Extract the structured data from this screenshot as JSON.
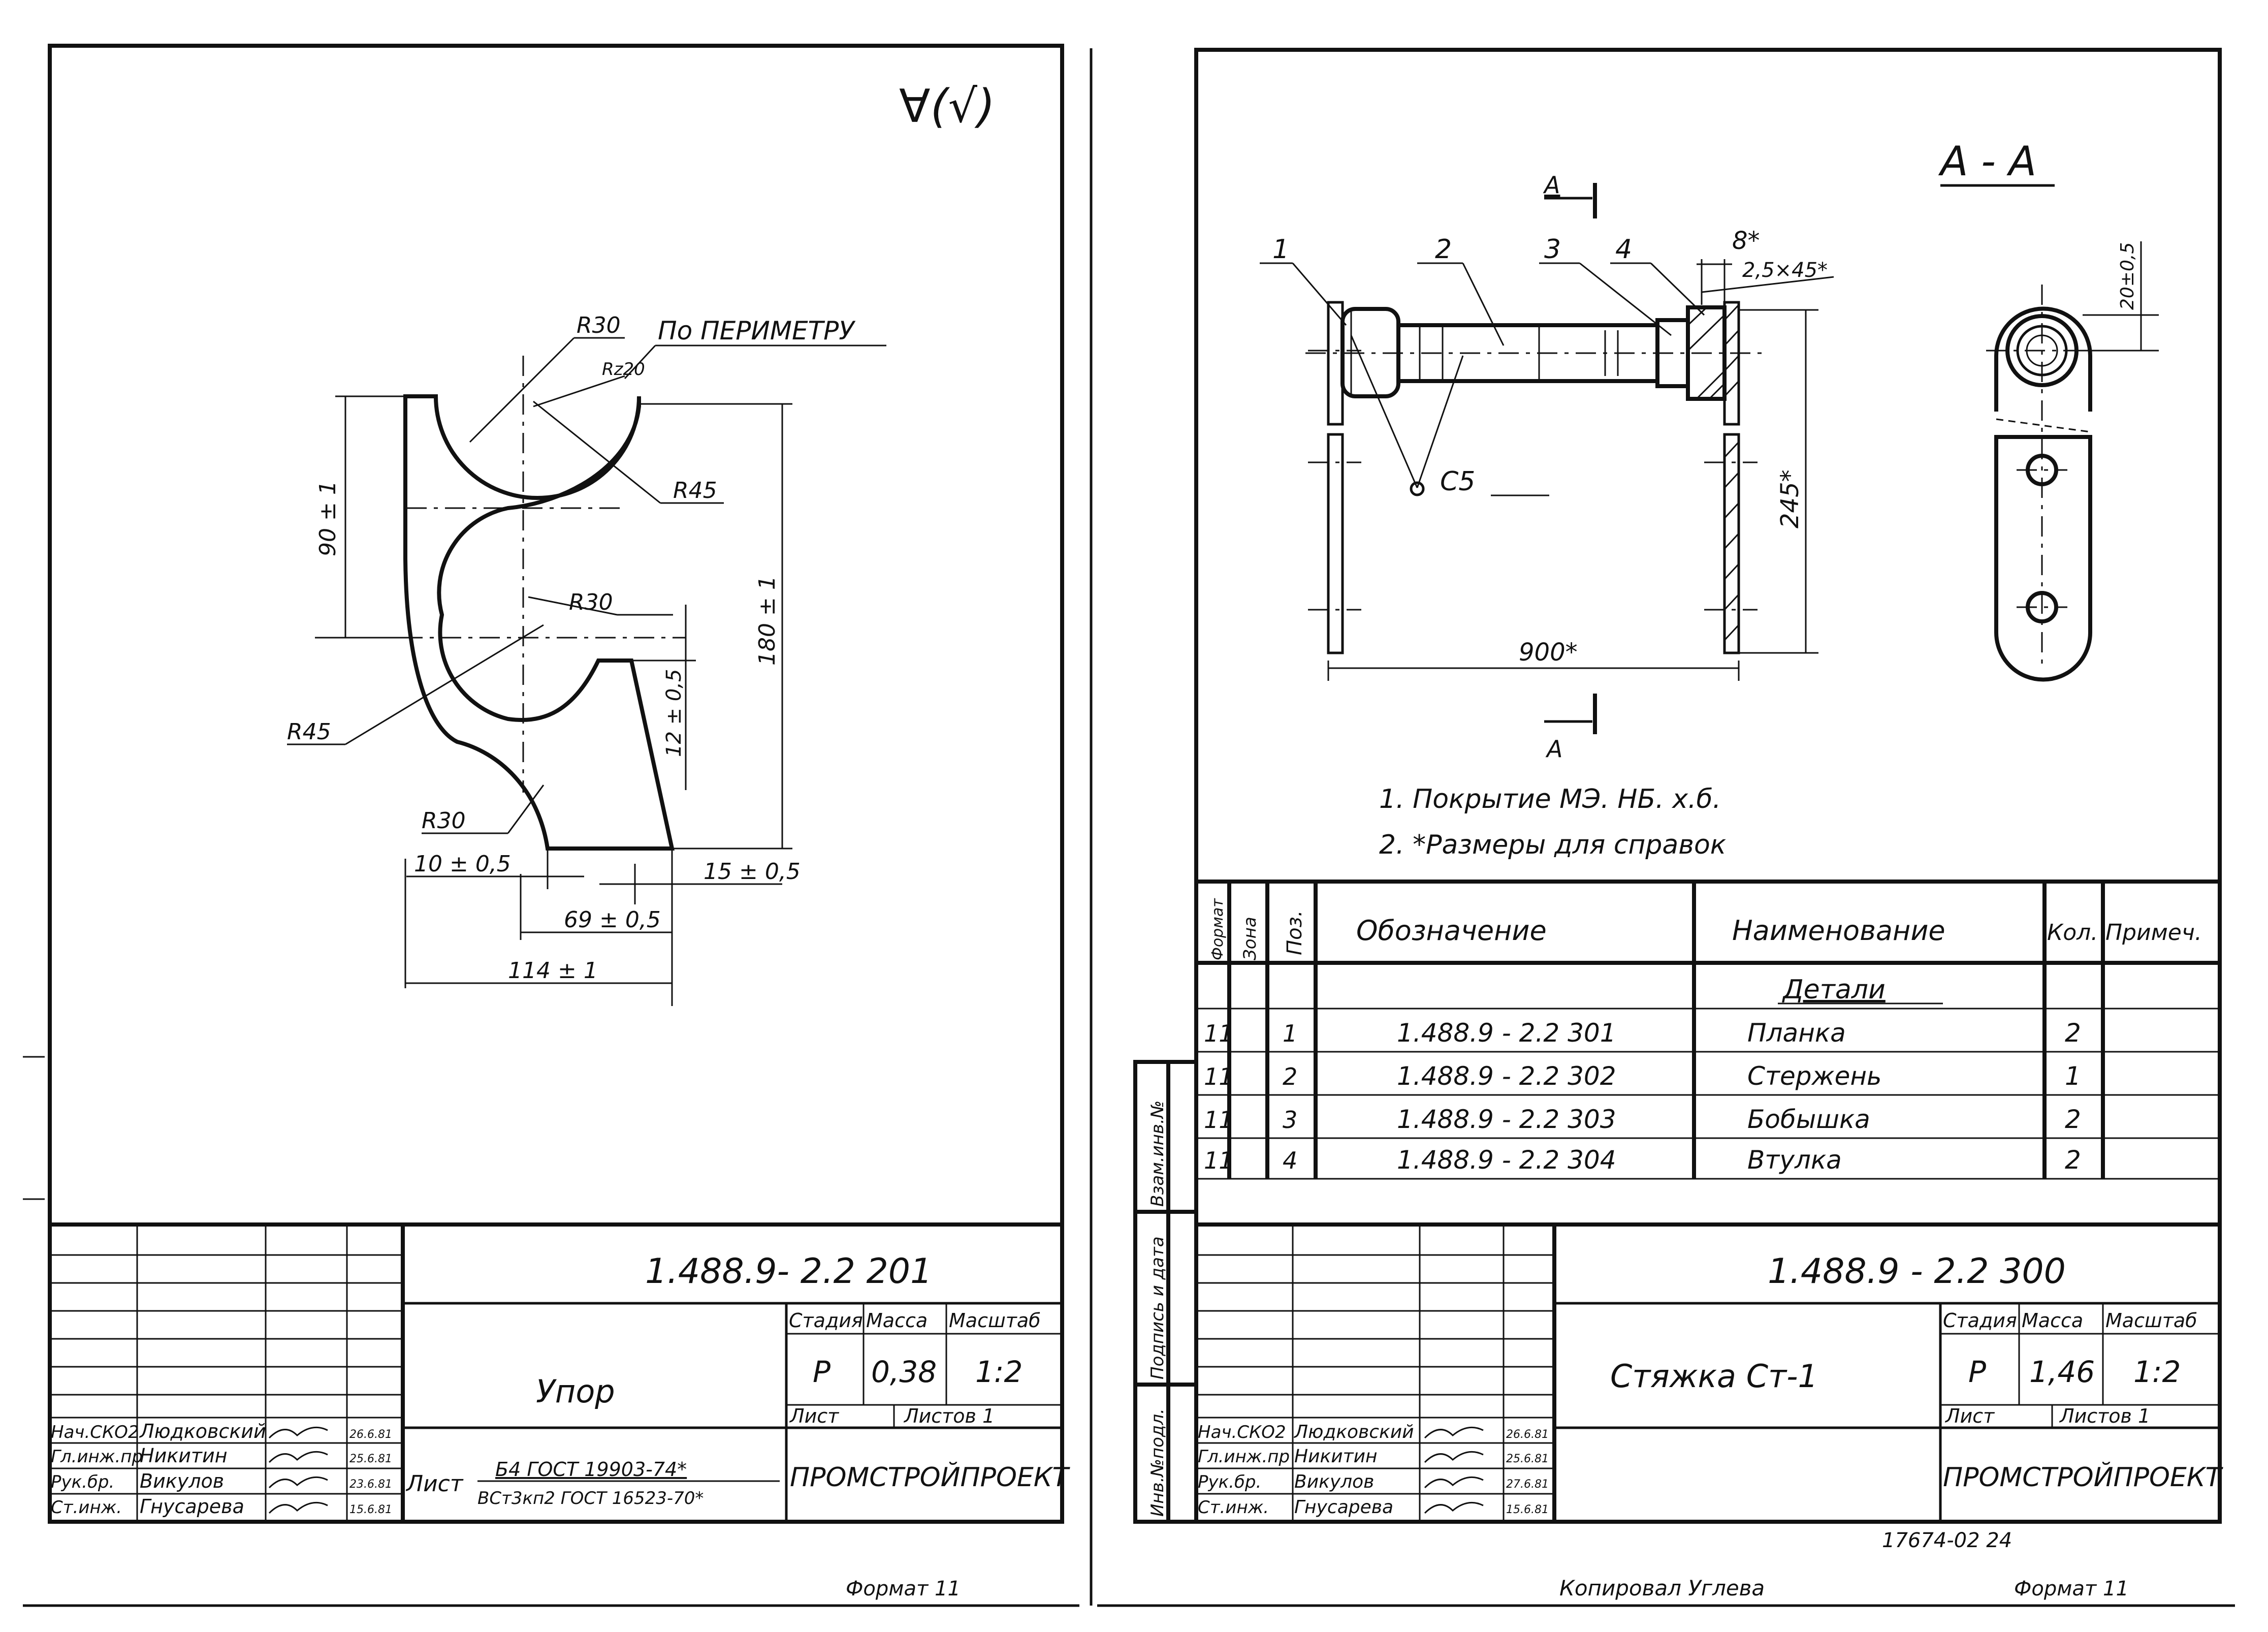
{
  "left_sheet": {
    "roughness_symbol": "∀(√)",
    "labels": {
      "r30_top": "R30",
      "rz20": "Rz20",
      "perimeter_note": "По ПЕРИМЕТРУ",
      "r45_right": "R45",
      "r30_mid": "R30",
      "r45_left": "R45",
      "r30_bottom": "R30"
    },
    "dimensions": {
      "d90": "90 ± 1",
      "d180": "180 ± 1",
      "d12": "12 ± 0,5",
      "d10": "10 ± 0,5",
      "d15": "15 ± 0,5",
      "d69": "69 ± 0,5",
      "d114": "114 ± 1"
    },
    "title_block": {
      "designation": "1.488.9- 2.2 201",
      "name": "Упор",
      "stage_header": "Стадия",
      "mass_header": "Масса",
      "scale_header": "Масштаб",
      "stage": "Р",
      "mass": "0,38",
      "scale": "1:2",
      "sheet_label": "Лист",
      "sheets_label": "Листов 1",
      "org": "ПРОМСТРОЙПРОЕКТ",
      "material_prefix": "Лист",
      "material_top": "Б4 ГОСТ 19903-74*",
      "material_bottom": "ВСт3кп2 ГОСТ 16523-70*",
      "staff": [
        {
          "role": "Нач.СКО2",
          "name": "Людковский",
          "date": "26.6.81"
        },
        {
          "role": "Гл.инж.пр",
          "name": "Никитин",
          "date": "25.6.81"
        },
        {
          "role": "Рук.бр.",
          "name": "Викулов",
          "date": "23.6.81"
        },
        {
          "role": "Ст.инж.",
          "name": "Гнусарева",
          "date": "15.6.81"
        }
      ]
    },
    "format": "Формат 11"
  },
  "right_sheet": {
    "section_title": "А - А",
    "section_marks": [
      "А",
      "А"
    ],
    "positions": [
      "1",
      "2",
      "3",
      "4"
    ],
    "weld_label": "С5",
    "dimensions": {
      "d8": "8*",
      "chamfer": "2,5×45*",
      "d245": "245*",
      "d900": "900*",
      "d20": "20±0,5"
    },
    "notes": [
      "1.  Покрытие  МЭ. НБ. х.б.",
      "2.  *Размеры для справок"
    ],
    "spec": {
      "headers": {
        "format": "Формат",
        "zone": "Зона",
        "pos": "Поз.",
        "designation": "Обозначение",
        "name": "Наименование",
        "qty": "Кол.",
        "note": "Примеч."
      },
      "group": "Детали",
      "rows": [
        {
          "format": "11",
          "pos": "1",
          "designation": "1.488.9 - 2.2 301",
          "name": "Планка",
          "qty": "2"
        },
        {
          "format": "11",
          "pos": "2",
          "designation": "1.488.9 - 2.2 302",
          "name": "Стержень",
          "qty": "1"
        },
        {
          "format": "11",
          "pos": "3",
          "designation": "1.488.9 - 2.2 303",
          "name": "Бобышка",
          "qty": "2"
        },
        {
          "format": "11",
          "pos": "4",
          "designation": "1.488.9 - 2.2 304",
          "name": "Втулка",
          "qty": "2"
        }
      ]
    },
    "side_stamp": [
      "Инв.№подл.",
      "Подпись и дата",
      "Взам.инв.№"
    ],
    "title_block": {
      "designation": "1.488.9 - 2.2 300",
      "name": "Стяжка Ст-1",
      "stage_header": "Стадия",
      "mass_header": "Масса",
      "scale_header": "Масштаб",
      "stage": "Р",
      "mass": "1,46",
      "scale": "1:2",
      "sheet_label": "Лист",
      "sheets_label": "Листов 1",
      "org": "ПРОМСТРОЙПРОЕКТ",
      "staff": [
        {
          "role": "Нач.СКО2",
          "name": "Людковский",
          "date": "26.6.81"
        },
        {
          "role": "Гл.инж.пр",
          "name": "Никитин",
          "date": "25.6.81"
        },
        {
          "role": "Рук.бр.",
          "name": "Викулов",
          "date": "27.6.81"
        },
        {
          "role": "Ст.инж.",
          "name": "Гнусарева",
          "date": "15.6.81"
        }
      ]
    },
    "archive_number": "17674-02  24",
    "copied_by": "Копировал  Углева",
    "format": "Формат 11"
  }
}
